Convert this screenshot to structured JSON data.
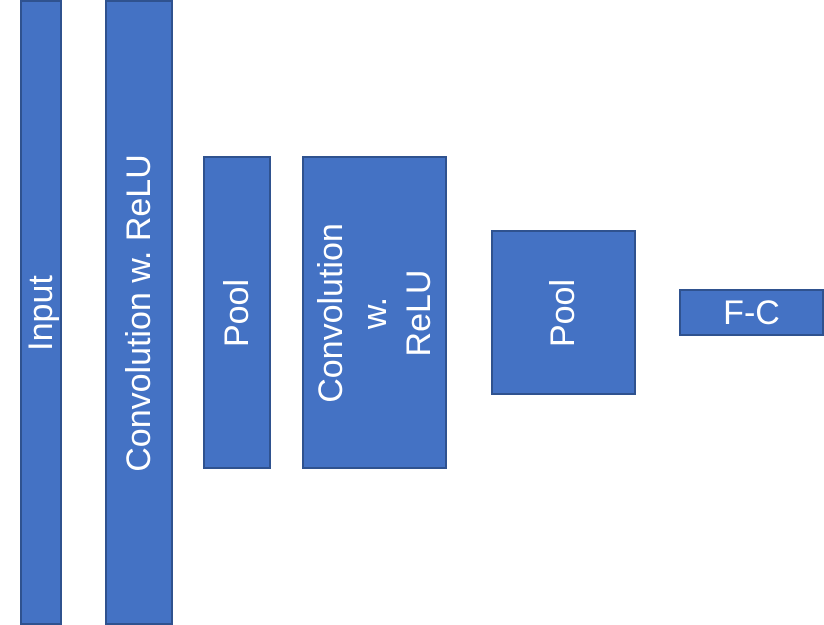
{
  "colors": {
    "block_fill": "#4472c4",
    "block_border": "#2f528f",
    "text": "#ffffff",
    "background": "#ffffff"
  },
  "layers": [
    {
      "id": "input",
      "label": "Input",
      "orientation": "vertical"
    },
    {
      "id": "conv1",
      "label": "Convolution w. ReLU",
      "orientation": "vertical"
    },
    {
      "id": "pool1",
      "label": "Pool",
      "orientation": "vertical"
    },
    {
      "id": "conv2",
      "label": "Convolution w.\nReLU",
      "orientation": "vertical"
    },
    {
      "id": "pool2",
      "label": "Pool",
      "orientation": "vertical"
    },
    {
      "id": "fc",
      "label": "F-C",
      "orientation": "horizontal"
    }
  ]
}
